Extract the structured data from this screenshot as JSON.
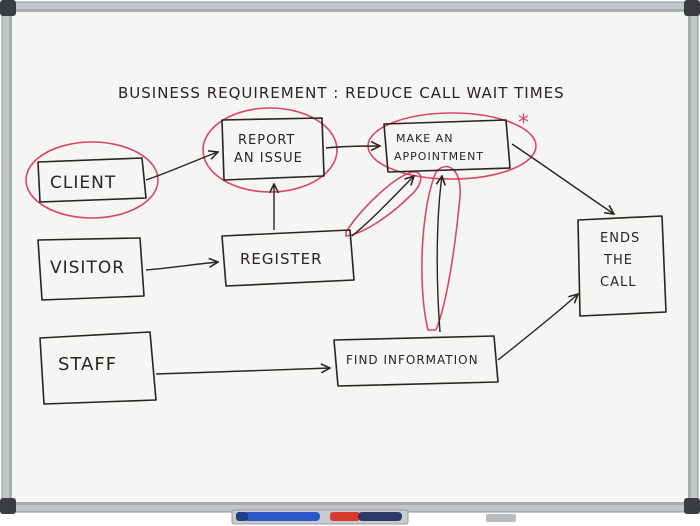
{
  "title": "BUSINESS REQUIREMENT :  REDUCE CALL WAIT TIMES",
  "nodes": {
    "client": "CLIENT",
    "visitor": "VISITOR",
    "staff": "STAFF",
    "report": [
      "REPORT",
      "AN ISSUE"
    ],
    "register": "REGISTER",
    "appointment": [
      "MAKE AN",
      "APPOINTMENT"
    ],
    "find": "FIND INFORMATION",
    "ends": [
      "ENDS",
      "THE",
      "CALL"
    ]
  },
  "asterisk": "*",
  "colors": {
    "ink": "#2a2420",
    "highlight": "#d9466e",
    "board_surface": "#f4f4f2",
    "frame": "#b9bcbf",
    "marker_blue": "#2a58c8",
    "marker_red": "#d83a2e"
  }
}
